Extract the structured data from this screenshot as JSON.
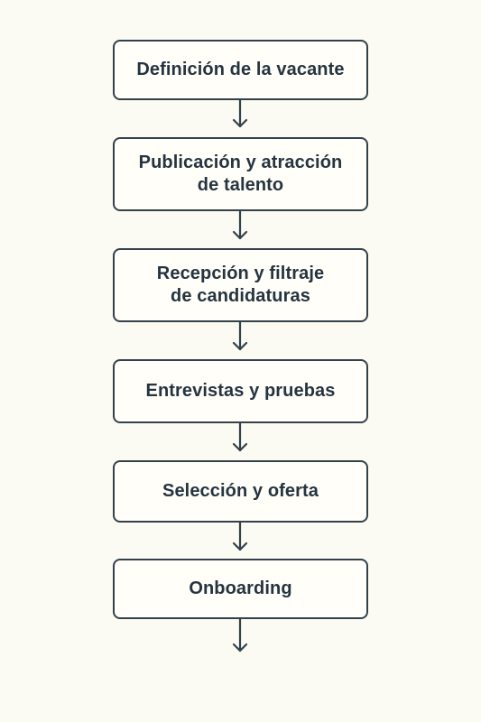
{
  "steps": [
    {
      "label": "Definición de la vacante"
    },
    {
      "label": "Publicación y atracción\nde talento"
    },
    {
      "label": "Recepción y filtraje\nde candidaturas"
    },
    {
      "label": "Entrevistas y pruebas"
    },
    {
      "label": "Selección y oferta"
    },
    {
      "label": "Onboarding"
    }
  ]
}
